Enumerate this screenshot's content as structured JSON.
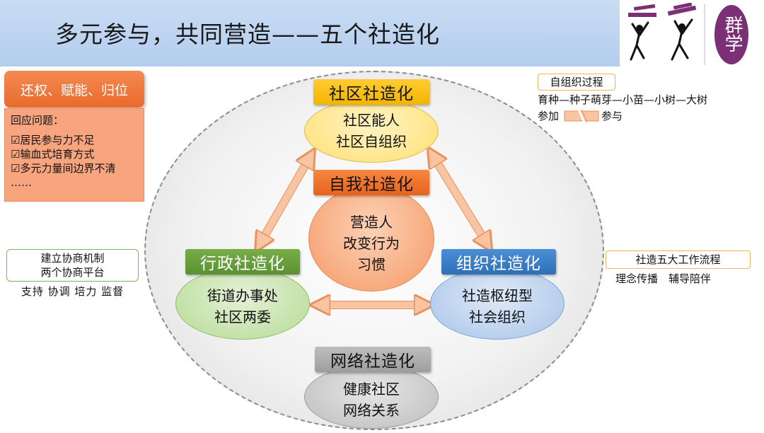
{
  "title": "多元参与，共同营造——五个社造化",
  "logo": {
    "stamp_text": "群学"
  },
  "left_panel": {
    "button_label": "还权、赋能、归位",
    "heading": "回应问题：",
    "items": [
      "☑居民参与力不足",
      "☑输血式培育方式",
      "☑多元力量间边界不清",
      "……"
    ]
  },
  "left_mechanism": {
    "lines": [
      "建立协商机制",
      "两个协商平台"
    ],
    "subline": "支持 协调 培力 监督"
  },
  "right_top": {
    "box_label": "自组织过程",
    "sequence": "育种—种子萌芽—小苗—小树—大树",
    "from_label": "参加",
    "to_label": "参与"
  },
  "right_mid": {
    "box_label": "社造五大工作流程",
    "subline": "理念传播　辅导陪伴"
  },
  "nodes": {
    "community": {
      "label": "社区社造化",
      "lines": [
        "社区能人",
        "社区自组织"
      ]
    },
    "self": {
      "label": "自我社造化",
      "lines": [
        "营造人",
        "改变行为",
        "习惯"
      ]
    },
    "admin": {
      "label": "行政社造化",
      "lines": [
        "街道办事处",
        "社区两委"
      ]
    },
    "org": {
      "label": "组织社造化",
      "lines": [
        "社造枢纽型",
        "社会组织"
      ]
    },
    "network": {
      "label": "网络社造化",
      "lines": [
        "健康社区",
        "网络关系"
      ]
    }
  },
  "colors": {
    "title_band": "#b3cdee",
    "accent_orange": "#ea6a2c",
    "yellow": "#f4b400",
    "green": "#5a9130",
    "blue": "#2d6fb8",
    "gray": "#9e9e9e",
    "arrow_fill": "#f9c4a2",
    "arrow_stroke": "#e8925f"
  }
}
